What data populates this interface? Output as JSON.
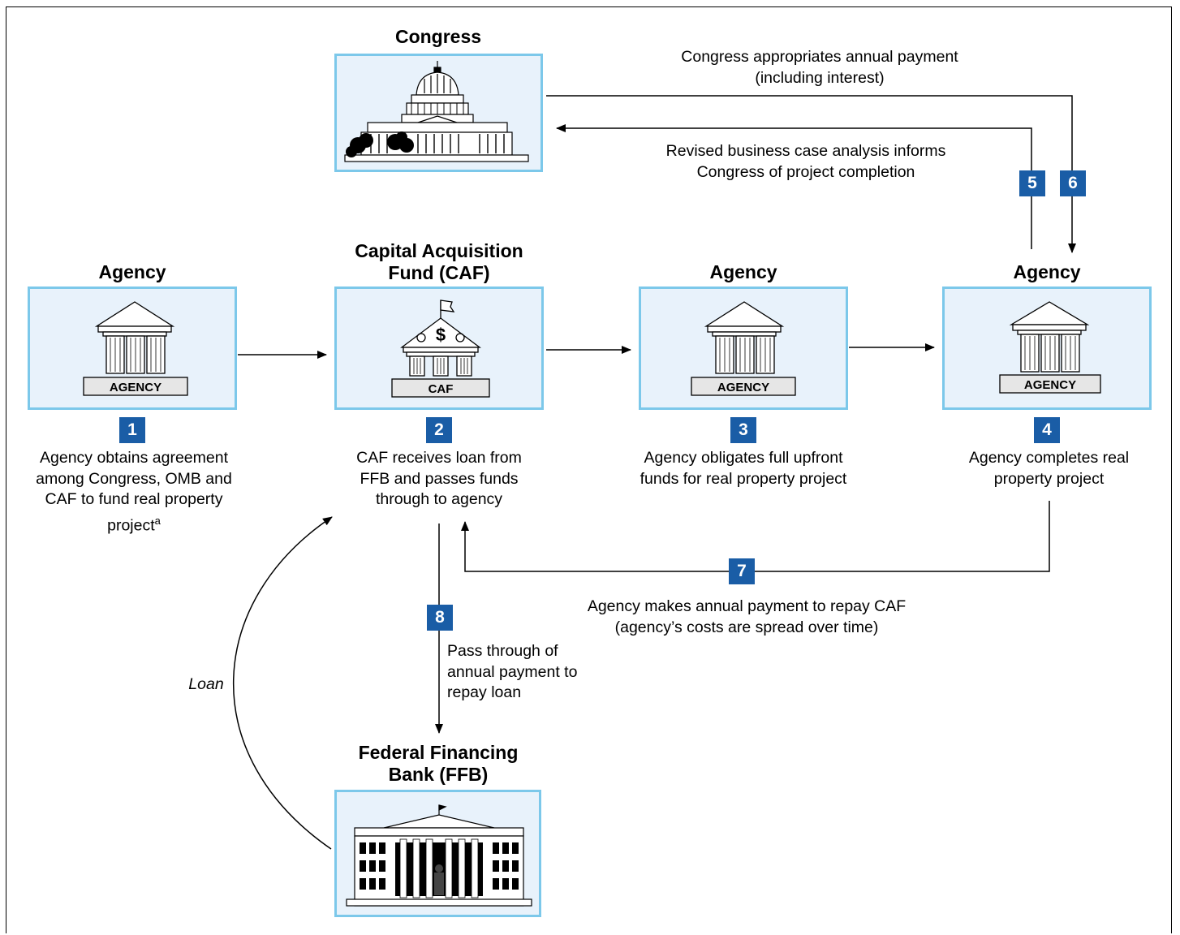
{
  "congress": {
    "title": "Congress",
    "appropriates_text": "Congress appropriates annual payment (including interest)",
    "revised_text": "Revised business case analysis informs Congress of project completion"
  },
  "agency1": {
    "title": "Agency",
    "label": "AGENCY",
    "badge": "1",
    "desc": "Agency obtains agreement among Congress, OMB and CAF to fund real property project",
    "footnote": "a"
  },
  "caf": {
    "title": "Capital Acquisition Fund (CAF)",
    "label": "CAF",
    "badge": "2",
    "desc": "CAF receives loan from FFB and passes funds through to agency"
  },
  "agency3": {
    "title": "Agency",
    "label": "AGENCY",
    "badge": "3",
    "desc": "Agency obligates full upfront funds for real property project"
  },
  "agency4": {
    "title": "Agency",
    "label": "AGENCY",
    "badge": "4",
    "desc": "Agency completes real property project"
  },
  "step5": {
    "badge": "5"
  },
  "step6": {
    "badge": "6"
  },
  "step7": {
    "badge": "7",
    "desc": "Agency makes annual payment to repay CAF (agency’s costs are spread over time)"
  },
  "step8": {
    "badge": "8",
    "desc": "Pass through of annual payment to repay loan"
  },
  "ffb": {
    "title": "Federal Financing Bank (FFB)"
  },
  "loan": {
    "label": "Loan"
  },
  "colors": {
    "box_fill": "#e8f2fb",
    "box_border": "#7cc8ea",
    "badge": "#1a5da6"
  }
}
